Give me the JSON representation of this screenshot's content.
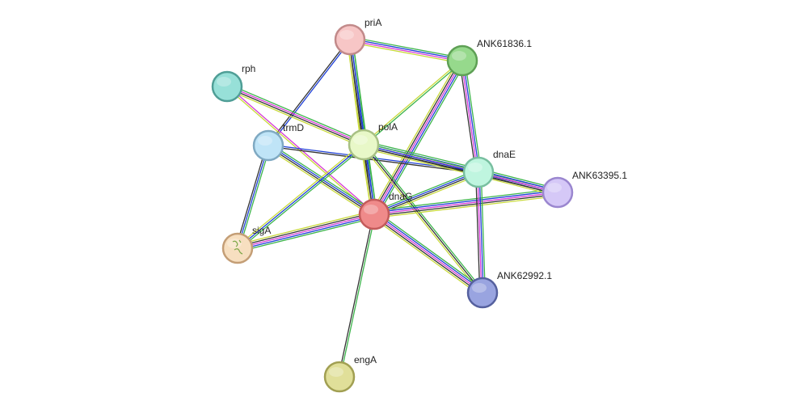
{
  "network": {
    "nodes": [
      {
        "id": "dnaG",
        "label": "dnaG",
        "color": "#ef8a8a",
        "stroke": "#c35b5b",
        "query": true
      },
      {
        "id": "priA",
        "label": "priA",
        "color": "#f7c6c6",
        "stroke": "#c28a8a"
      },
      {
        "id": "ANK61836.1",
        "label": "ANK61836.1",
        "color": "#96d98c",
        "stroke": "#5ea055"
      },
      {
        "id": "rph",
        "label": "rph",
        "color": "#97e0d8",
        "stroke": "#4f9e96"
      },
      {
        "id": "trmD",
        "label": "trmD",
        "color": "#bfe4f7",
        "stroke": "#7fa9c2"
      },
      {
        "id": "polA",
        "label": "polA",
        "color": "#e8f8c8",
        "stroke": "#a8c084"
      },
      {
        "id": "dnaE",
        "label": "dnaE",
        "color": "#bff5df",
        "stroke": "#78bfa0"
      },
      {
        "id": "ANK63395.1",
        "label": "ANK63395.1",
        "color": "#d5c8f7",
        "stroke": "#9a86cf"
      },
      {
        "id": "sigA",
        "label": "sigA",
        "color": "#f7dfc0",
        "stroke": "#c49e76",
        "structure": true
      },
      {
        "id": "ANK62992.1",
        "label": "ANK62992.1",
        "color": "#99a4e0",
        "stroke": "#55609e"
      },
      {
        "id": "engA",
        "label": "engA",
        "color": "#e0df99",
        "stroke": "#a19f52"
      }
    ],
    "edge_colors": {
      "green": "#3cb44b",
      "blue": "#1e3fd6",
      "magenta": "#d63ad6",
      "black": "#333333",
      "yellow": "#c8d93a",
      "cyan": "#33c7c7"
    },
    "edges": [
      {
        "source": "priA",
        "target": "ANK61836.1",
        "types": [
          "green",
          "blue",
          "magenta",
          "yellow"
        ]
      },
      {
        "source": "priA",
        "target": "polA",
        "types": [
          "green",
          "blue",
          "black",
          "yellow"
        ]
      },
      {
        "source": "priA",
        "target": "dnaG",
        "types": [
          "green",
          "blue",
          "black",
          "yellow"
        ]
      },
      {
        "source": "priA",
        "target": "trmD",
        "types": [
          "blue",
          "black"
        ]
      },
      {
        "source": "ANK61836.1",
        "target": "polA",
        "types": [
          "green",
          "yellow"
        ]
      },
      {
        "source": "ANK61836.1",
        "target": "dnaG",
        "types": [
          "green",
          "blue",
          "magenta",
          "black",
          "yellow"
        ]
      },
      {
        "source": "ANK61836.1",
        "target": "dnaE",
        "types": [
          "green",
          "blue",
          "magenta",
          "black"
        ]
      },
      {
        "source": "rph",
        "target": "polA",
        "types": [
          "green",
          "magenta",
          "black",
          "yellow"
        ]
      },
      {
        "source": "rph",
        "target": "dnaG",
        "types": [
          "magenta",
          "yellow"
        ]
      },
      {
        "source": "trmD",
        "target": "dnaG",
        "types": [
          "green",
          "blue",
          "black",
          "yellow"
        ]
      },
      {
        "source": "trmD",
        "target": "sigA",
        "types": [
          "green",
          "blue",
          "black"
        ]
      },
      {
        "source": "trmD",
        "target": "dnaE",
        "types": [
          "blue",
          "black"
        ]
      },
      {
        "source": "polA",
        "target": "dnaG",
        "types": [
          "green",
          "blue",
          "black",
          "yellow"
        ]
      },
      {
        "source": "polA",
        "target": "dnaE",
        "types": [
          "green",
          "blue",
          "magenta",
          "black",
          "yellow"
        ]
      },
      {
        "source": "polA",
        "target": "ANK63395.1",
        "types": [
          "green",
          "blue",
          "black"
        ]
      },
      {
        "source": "polA",
        "target": "sigA",
        "types": [
          "green",
          "blue",
          "yellow"
        ]
      },
      {
        "source": "polA",
        "target": "ANK62992.1",
        "types": [
          "green",
          "black",
          "yellow"
        ]
      },
      {
        "source": "dnaG",
        "target": "dnaE",
        "types": [
          "green",
          "blue",
          "black",
          "yellow"
        ]
      },
      {
        "source": "dnaG",
        "target": "ANK63395.1",
        "types": [
          "green",
          "blue",
          "magenta",
          "black",
          "yellow"
        ]
      },
      {
        "source": "dnaG",
        "target": "sigA",
        "types": [
          "green",
          "blue",
          "magenta",
          "black",
          "yellow"
        ]
      },
      {
        "source": "dnaG",
        "target": "ANK62992.1",
        "types": [
          "green",
          "blue",
          "magenta",
          "black",
          "yellow"
        ]
      },
      {
        "source": "dnaG",
        "target": "engA",
        "types": [
          "green",
          "black"
        ]
      },
      {
        "source": "dnaE",
        "target": "ANK63395.1",
        "types": [
          "green",
          "blue",
          "magenta",
          "black",
          "yellow"
        ]
      },
      {
        "source": "dnaE",
        "target": "ANK62992.1",
        "types": [
          "green",
          "blue",
          "magenta",
          "black"
        ]
      }
    ]
  }
}
